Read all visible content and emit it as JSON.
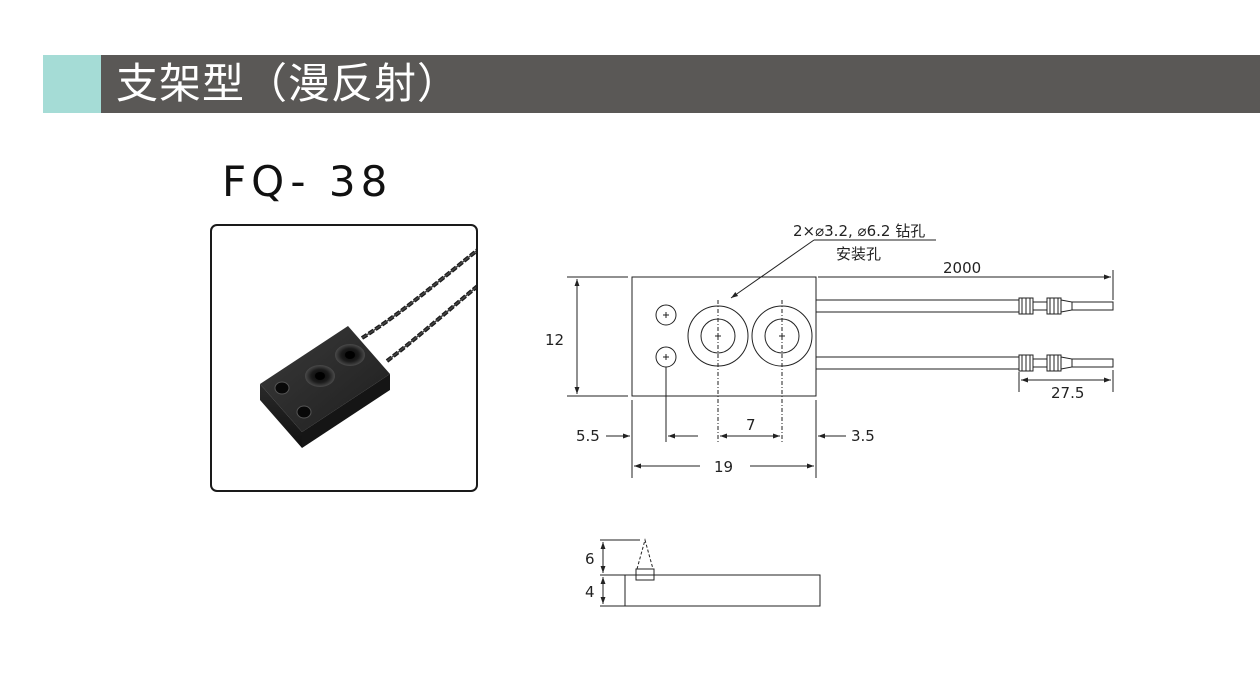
{
  "header": {
    "title": "支架型（漫反射）",
    "bar_color": "#5a5856",
    "accent_color": "#a5dcd6"
  },
  "product": {
    "model": "FQ- 38"
  },
  "drawing": {
    "callout": {
      "line1": "2×⌀3.2, ⌀6.2 钻孔",
      "line2": "安装孔"
    },
    "dims": {
      "cable_length": "2000",
      "height": "12",
      "left_offset": "5.5",
      "hole_pitch": "7",
      "right_offset": "3.5",
      "width": "19",
      "connector": "27.5",
      "lens_height": "6",
      "thickness": "4"
    }
  }
}
